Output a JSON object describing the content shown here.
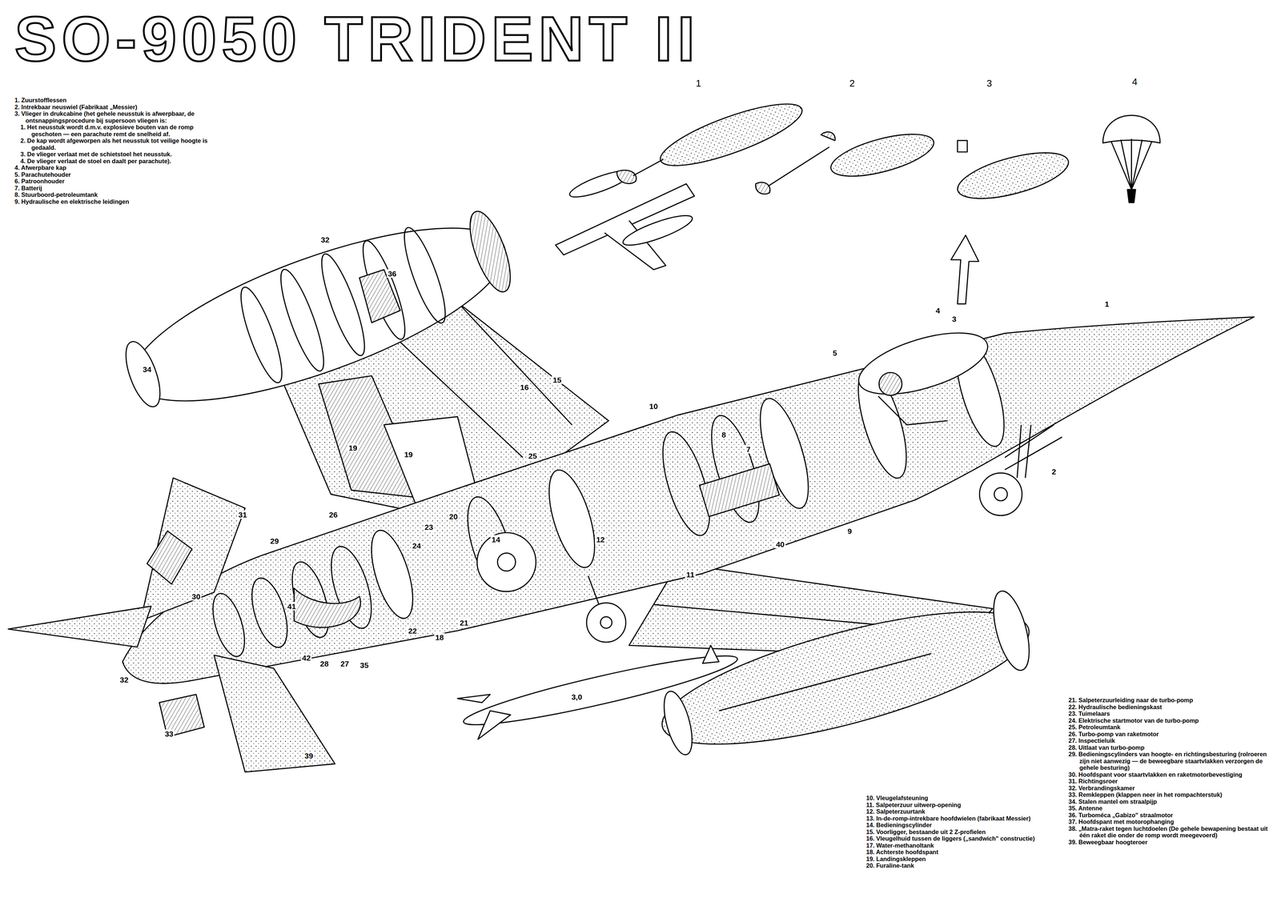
{
  "diagram": {
    "title": "SO-9050 TRIDENT II",
    "labels": [
      "1",
      "2",
      "3",
      "4",
      "1",
      "2",
      "3",
      "4",
      "5",
      "7",
      "8",
      "9",
      "10",
      "11",
      "12",
      "14",
      "15",
      "16",
      "18",
      "19",
      "19",
      "20",
      "21",
      "22",
      "23",
      "24",
      "25",
      "26",
      "27",
      "28",
      "29",
      "30",
      "31",
      "32",
      "32",
      "33",
      "34",
      "35",
      "36",
      "39",
      "40",
      "41",
      "42",
      "3,0",
      "1. Zuurstofflessen",
      "2. Intrekbaar neuswiel (Fabrikaat „Messier)",
      "3. Vlieger in drukcabine (het gehele neusstuk is afwerpbaar, de ontsnappingsprocedure bij supersoon vliegen is:",
      "1. Het neusstuk wordt d.m.v. explosieve bouten van de romp geschoten — een parachute remt de snelheid af.",
      "2. De kap wordt afgeworpen als het neusstuk tot veilige hoogte is gedaald.",
      "3. De vlieger verlaat met de schietstoel het neusstuk.",
      "4. De vlieger verlaat de stoel en daalt per parachute).",
      "4. Afwerpbare kap",
      "5. Parachutehouder",
      "6. Patroonhouder",
      "7. Batterij",
      "8. Stuurboord-petroleumtank",
      "9. Hydraulische en elektrische leidingen",
      "10. Vleugelafsteuning",
      "11. Salpeterzuur uitwerp-opening",
      "12. Salpeterzuurtank",
      "13. In-de-romp-intrekbare hoofdwielen (fabrikaat Messier)",
      "14. Bedieningscylinder",
      "15. Voorligger, bestaande uit 2 Z-profielen",
      "16. Vleugelhuid tussen de liggers („sandwich\" constructie)",
      "17. Water-methanoltank",
      "18. Achterste hoofdspant",
      "19. Landingskleppen",
      "20. Furaline-tank",
      "21. Salpeterzuurleiding naar de turbo-pomp",
      "22. Hydraulische bedieningskast",
      "23. Tuimelaars",
      "24. Elektrische startmotor van de turbo-pomp",
      "25. Petroleumtank",
      "26. Turbo-pomp van raketmotor",
      "27. Inspectieluik",
      "28. Uitlaat van turbo-pomp",
      "29. Bedieningscylinders van hoogte- en richtingsbesturing (rolroeren zijn niet aanwezig — de beweegbare staartvlakken verzorgen de gehele besturing)",
      "30. Hoofdspant voor staartvlakken en raketmotorbevestiging",
      "31. Richtingsroer",
      "32. Verbrandingskamer",
      "33. Remkleppen (klappen neer in het rompachterstuk)",
      "34. Stalen mantel om straalpijp",
      "35. Antenne",
      "36. Turboméca „Gabizo\" straalmotor",
      "37. Hoofdspant met motorophanging",
      "38. „Matra-raket tegen luchtdoelen (De gehele bewapening bestaat uit één raket die onder de romp wordt meegevoerd)",
      "39. Beweegbaar hoogteroer"
    ]
  }
}
